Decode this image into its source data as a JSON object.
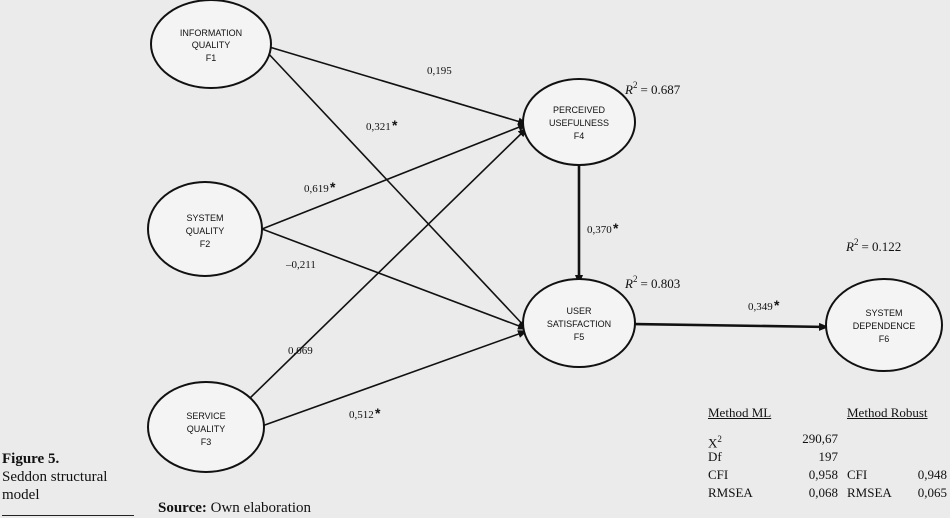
{
  "nodes": {
    "f1": {
      "line1": "INFORMATION",
      "line2": "QUALITY",
      "line3": "F1"
    },
    "f2": {
      "line1": "SYSTEM",
      "line2": "QUALITY",
      "line3": "F2"
    },
    "f3": {
      "line1": "SERVICE",
      "line2": "QUALITY",
      "line3": "F3"
    },
    "f4": {
      "line1": "PERCEIVED",
      "line2": "USEFULNESS",
      "line3": "F4"
    },
    "f5": {
      "line1": "USER",
      "line2": "SATISFACTION",
      "line3": "F5"
    },
    "f6": {
      "line1": "SYSTEM",
      "line2": "DEPENDENCE",
      "line3": "F6"
    }
  },
  "paths": {
    "f1_f4": {
      "value": "0,195",
      "significant": false
    },
    "f1_f5": {
      "value": "0,321",
      "significant": true
    },
    "f2_f4": {
      "value": "0,619",
      "significant": true
    },
    "f2_f5": {
      "value": "–0,211",
      "significant": false
    },
    "f3_f4": {
      "value": "0,069",
      "significant": false
    },
    "f3_f5": {
      "value": "0,512",
      "significant": true
    },
    "f4_f5": {
      "value": "0,370",
      "significant": true
    },
    "f5_f6": {
      "value": "0,349",
      "significant": true
    }
  },
  "significance_marker": "*",
  "r2": {
    "f4": {
      "label": "R",
      "exp": "2",
      "value": "= 0.687"
    },
    "f5": {
      "label": "R",
      "exp": "2",
      "value": "= 0.803"
    },
    "f6": {
      "label": "R",
      "exp": "2",
      "value": "= 0.122"
    }
  },
  "fit": {
    "ml": {
      "header": "Method  ML",
      "rows": [
        {
          "label": "X",
          "sup": "2",
          "value": "290,67"
        },
        {
          "label": "Df",
          "sup": "",
          "value": "197"
        },
        {
          "label": "CFI",
          "sup": "",
          "value": "0,958"
        },
        {
          "label": "RMSEA",
          "sup": "",
          "value": "0,068"
        }
      ]
    },
    "robust": {
      "header": "Method Robust",
      "rows": [
        {
          "label": "CFI",
          "value": "0,948"
        },
        {
          "label": "RMSEA",
          "value": "0,065"
        }
      ]
    }
  },
  "caption": {
    "number": "Figure 5.",
    "text": "Seddon structural model"
  },
  "source": {
    "label": "Source:",
    "text": "Own elaboration"
  }
}
